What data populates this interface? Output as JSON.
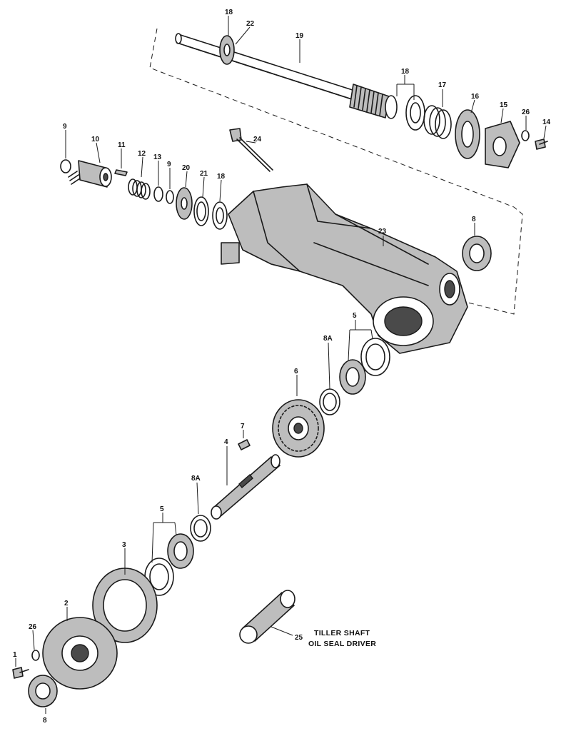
{
  "caption": {
    "line1": "TILLER SHAFT",
    "line2": "OIL SEAL DRIVER"
  },
  "callouts": {
    "n18_top": "18",
    "n22": "22",
    "n19": "19",
    "n18_right": "18",
    "n17": "17",
    "n16": "16",
    "n15": "15",
    "n26_top": "26",
    "n14": "14",
    "n9_left": "9",
    "n10": "10",
    "n11": "11",
    "n12": "12",
    "n13": "13",
    "n9_mid": "9",
    "n20": "20",
    "n21": "21",
    "n18_mid": "18",
    "n24": "24",
    "n23": "23",
    "n8_right": "8",
    "n5_upper": "5",
    "n8A_upper": "8A",
    "n6": "6",
    "n7": "7",
    "n4": "4",
    "n8A_lower": "8A",
    "n5_lower": "5",
    "n3": "3",
    "n2": "2",
    "n26_bottom": "26",
    "n1": "1",
    "n8_bottom": "8",
    "n25": "25"
  }
}
